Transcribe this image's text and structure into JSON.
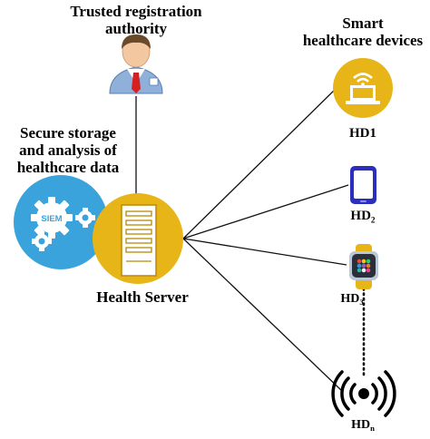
{
  "nodes": {
    "authority": {
      "title_line1": "Trusted registration",
      "title_line2": "authority"
    },
    "devices_header": {
      "line1": "Smart",
      "line2": "healthcare devices"
    },
    "storage": {
      "line1": "Secure storage",
      "line2": "and analysis of",
      "line3": "healthcare data",
      "siem_text": "SIEM"
    },
    "server": {
      "label": "Health Server"
    },
    "hd1": {
      "label": "HD1"
    },
    "hd2": {
      "label_base": "HD",
      "label_sub": "2"
    },
    "hd3": {
      "label_base": "HD",
      "label_sub": "3"
    },
    "hdn": {
      "label_base": "HD",
      "label_sub": "n"
    }
  },
  "colors": {
    "gold": "#e7b517",
    "gold_dark": "#b88a08",
    "blue_circle": "#3ba3dc",
    "phone_blue": "#2b2fc0",
    "shirt_red": "#d42020",
    "line": "#111111"
  },
  "icons": {
    "authority": "user-tie-icon",
    "storage": "gears-icon",
    "server": "server-icon",
    "hd1": "laptop-wifi-icon",
    "hd2": "smartphone-icon",
    "hd3": "smartwatch-icon",
    "hdn": "wireless-signal-icon"
  }
}
